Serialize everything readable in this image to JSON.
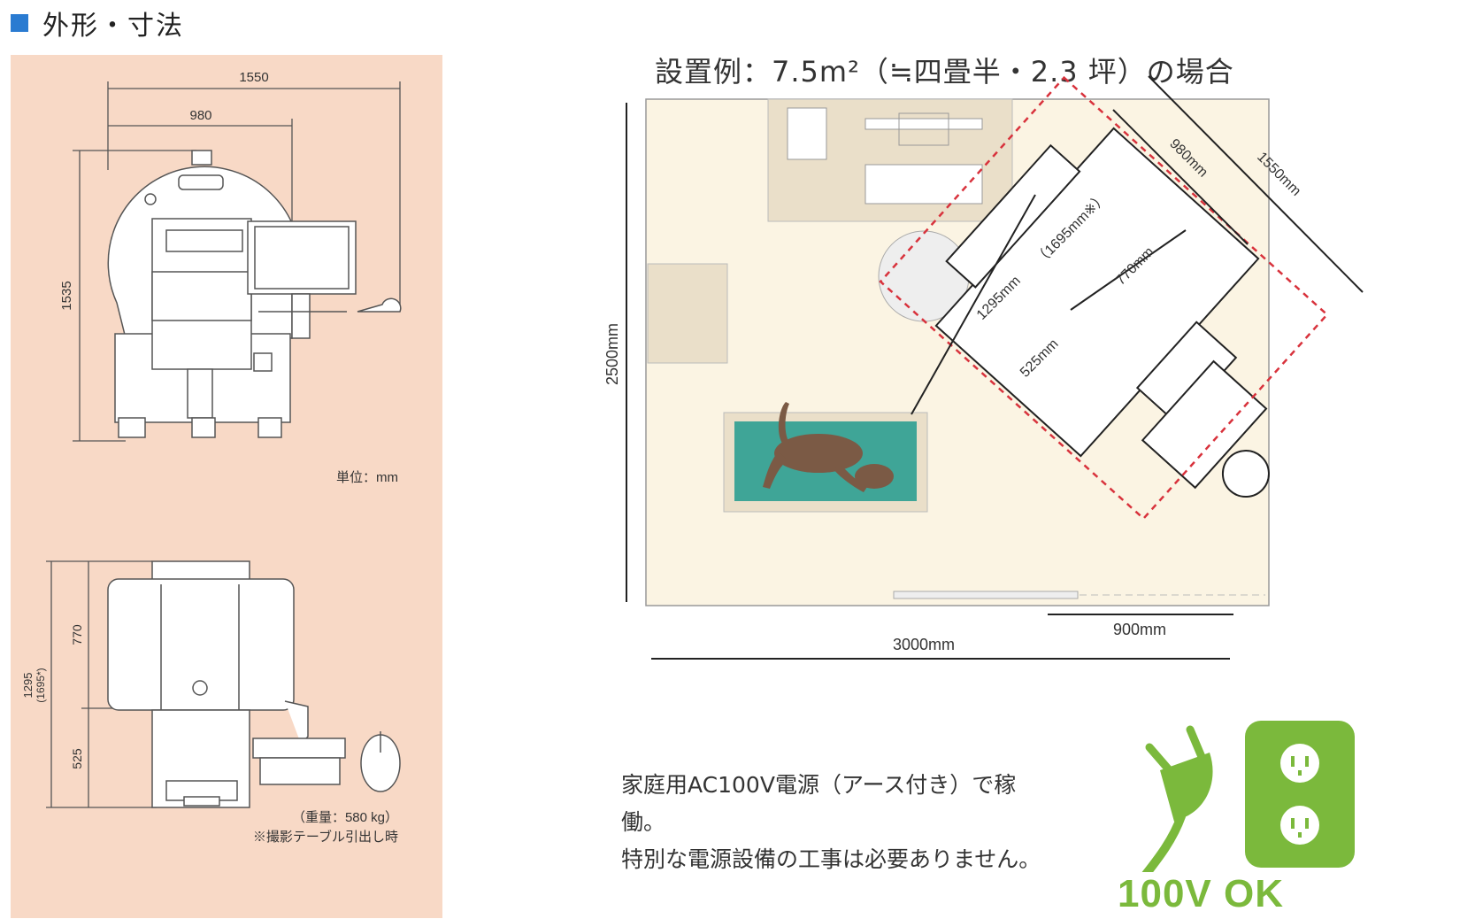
{
  "section": {
    "title": "外形・寸法"
  },
  "spec_drawing": {
    "dims": {
      "overall_width": "1550",
      "unit_width": "980",
      "height": "1535",
      "depth_top": "770",
      "depth_bottom": "525",
      "depth_total": "1295",
      "depth_total_extended": "(1695*)"
    },
    "unit_note": "単位：mm",
    "weight_note": "（重量：580 kg）",
    "footnote": "※撮影テーブル引出し時"
  },
  "layout_example": {
    "title": "設置例：7.5m²（≒四畳半・2.3 坪）の場合",
    "dims": {
      "room_height": "2500mm",
      "room_width": "3000mm",
      "door_width": "900mm",
      "diag_outer": "1550mm",
      "diag_inner": "980mm",
      "len_extended": "（1695mm※）",
      "len_main": "1295mm",
      "len_770": "770mm",
      "len_525": "525mm"
    }
  },
  "power": {
    "line1": "家庭用AC100V電源（アース付き）で稼",
    "line2": "働。",
    "line3": "特別な電源設備の工事は必要ありません。",
    "badge": "100V  OK"
  },
  "colors": {
    "accent_blue": "#2a7bd1",
    "spec_bg": "#f8d9c6",
    "room_floor": "#fbf4e3",
    "rug": "#eadfc9",
    "mat": "#3fa597",
    "dog": "#7b5a45",
    "dashed": "#d8323c",
    "green": "#7bb93c"
  },
  "icons": [
    "square-bullet-icon",
    "plug-icon",
    "outlet-icon",
    "dog-icon"
  ]
}
